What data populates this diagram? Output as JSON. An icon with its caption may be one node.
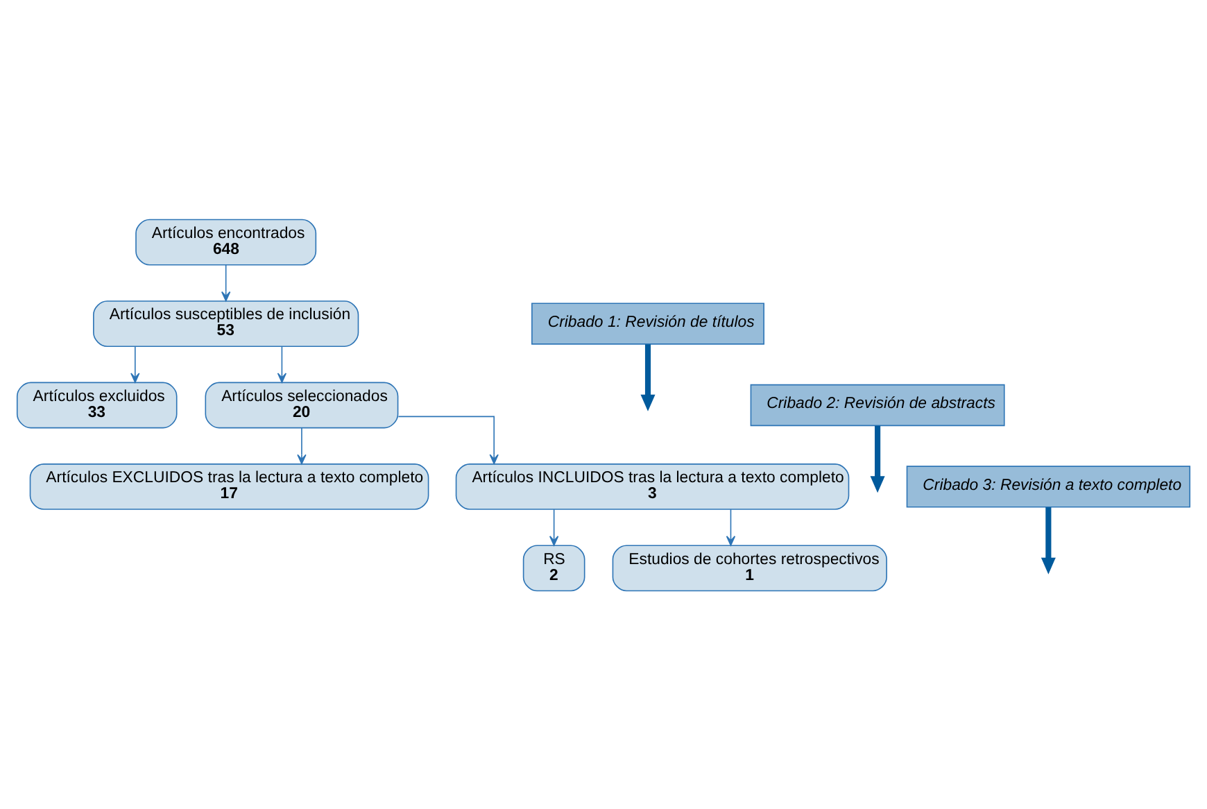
{
  "diagram": {
    "nodes": [
      {
        "text": [
          "Artículos encontrados",
          "648"
        ]
      },
      {
        "text": [
          "Cribado 1: Revisión de títulos"
        ]
      },
      {
        "text": [
          "Artículos susceptibles de inclusión",
          "53"
        ]
      },
      {
        "text": [
          "Cribado 2: Revisión de abstracts"
        ]
      },
      {
        "text": [
          "Artículos excluidos",
          "33"
        ]
      },
      {
        "text": [
          "Artículos seleccionados",
          "20"
        ]
      },
      {
        "text": [
          "Cribado 3: Revisión a texto completo"
        ]
      },
      {
        "text": [
          "Artículos EXCLUIDOS tras la lectura a texto completo",
          "17"
        ]
      },
      {
        "text": [
          "Artículos INCLUIDOS tras la lectura a texto completo",
          "3"
        ]
      },
      {
        "text": [
          "RS",
          "2"
        ]
      },
      {
        "text": [
          "Estudios de cohortes retrospectivos",
          "1"
        ]
      }
    ],
    "edges": [
      {
        "from": 0,
        "to": 2,
        "arrow": "to"
      },
      {
        "from": 1,
        "to": null,
        "arrow": "to",
        "style": "thick",
        "color": "#005a9c"
      },
      {
        "from": 2,
        "to": 4,
        "arrow": "to"
      },
      {
        "from": 2,
        "to": 5,
        "arrow": "to"
      },
      {
        "from": 3,
        "to": null,
        "arrow": "to",
        "style": "thick",
        "color": "#005a9c"
      },
      {
        "from": 5,
        "to": 7,
        "arrow": "to"
      },
      {
        "from": 5,
        "to": 8,
        "arrow": "to"
      },
      {
        "from": 6,
        "to": null,
        "arrow": "to",
        "style": "thick",
        "color": "#005a9c"
      },
      {
        "from": 8,
        "to": 9,
        "arrow": "to"
      },
      {
        "from": 8,
        "to": 10,
        "arrow": "to"
      }
    ]
  }
}
